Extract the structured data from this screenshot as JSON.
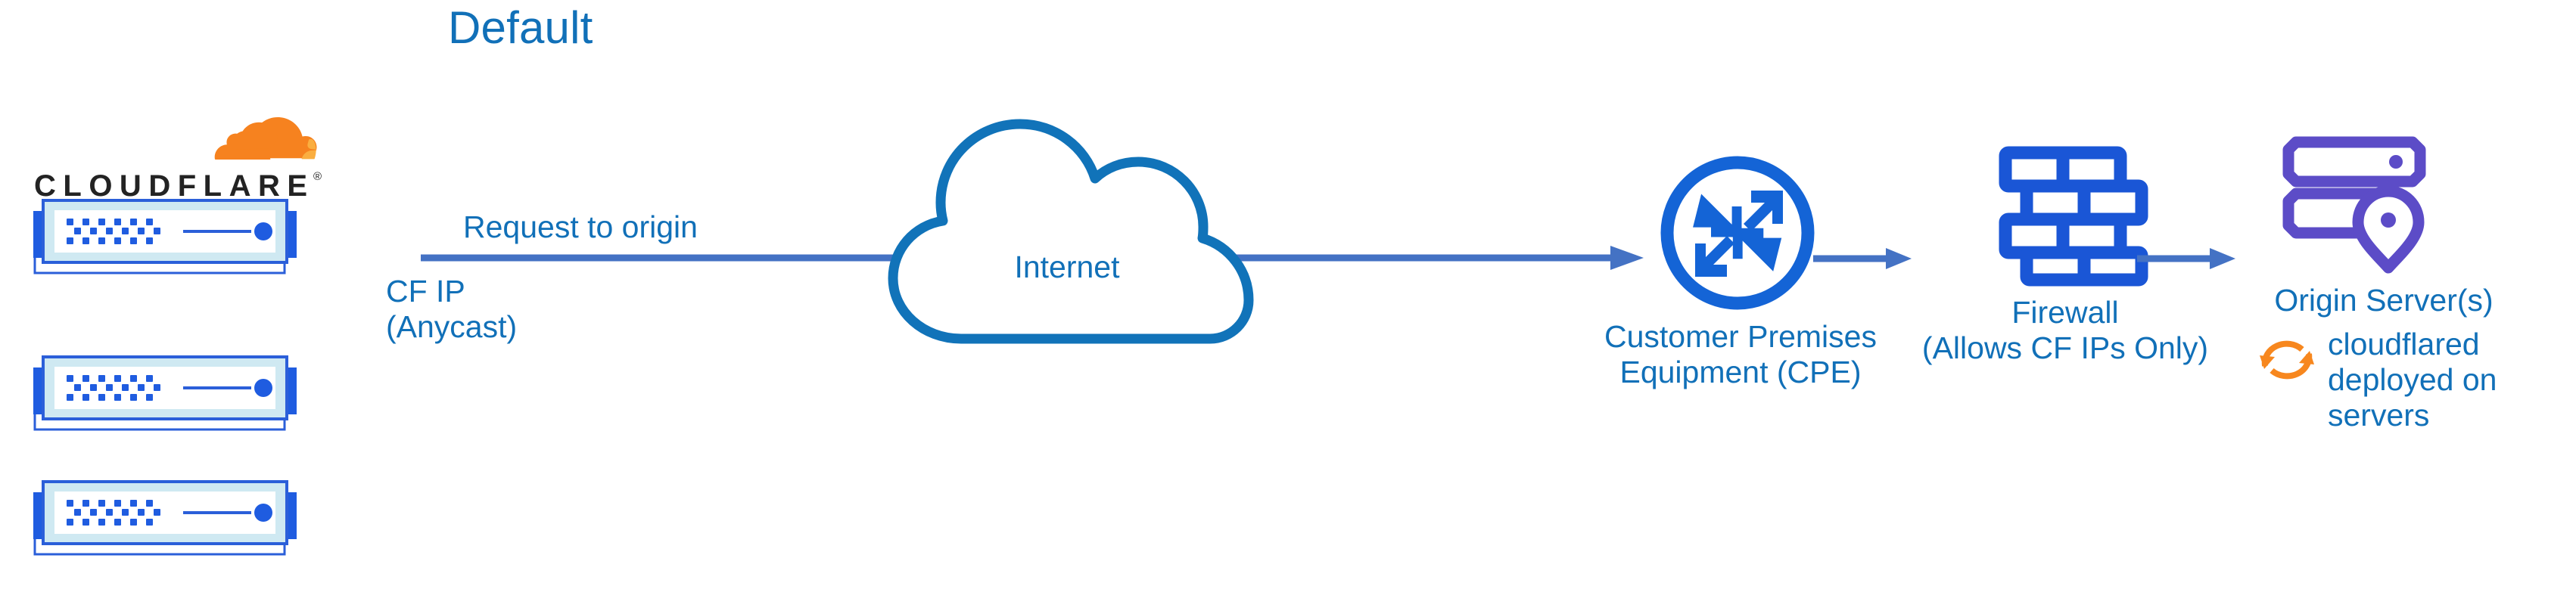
{
  "title": "Default",
  "colors": {
    "primary_text_blue": "#1170b8",
    "arrow_blue": "#4472c4",
    "icon_blue": "#1464d6",
    "origin_purple": "#5c4cc7",
    "cloudflare_orange": "#f6821f",
    "cloudflare_orange_light": "#faae40",
    "wordmark_dark": "#232323",
    "server_fill": "#cfe9f2",
    "server_border": "#2b5fd9",
    "background": "#ffffff"
  },
  "cloudflare_logo": {
    "wordmark": "CLOUDFLARE",
    "registered_mark": "®",
    "cloud_icon_name": "cloudflare-cloud-mark"
  },
  "edge_servers": {
    "count": 3,
    "icon_name": "server-appliance-icon",
    "port_rows": 3,
    "ports_per_row": 6
  },
  "flow": {
    "request_label": "Request to origin",
    "cf_ip_label_line1": "CF IP",
    "cf_ip_label_line2": "(Anycast)",
    "arrow_main_name": "arrow-origin-request",
    "arrow_cpe_firewall_name": "arrow-cpe-to-firewall",
    "arrow_firewall_origin_name": "arrow-firewall-to-origin"
  },
  "internet": {
    "label": "Internet",
    "icon_name": "internet-cloud-outline"
  },
  "cpe": {
    "label_line1": "Customer Premises",
    "label_line2": "Equipment (CPE)",
    "icon_name": "router-four-arrows-icon"
  },
  "firewall": {
    "label_line1": "Firewall",
    "label_line2": "(Allows CF IPs Only)",
    "icon_name": "brick-wall-firewall-icon"
  },
  "origin": {
    "label": "Origin Server(s)",
    "icon_name": "server-stack-location-pin-icon",
    "note_line1": "cloudflared",
    "note_line2": "deployed on",
    "note_line3": "servers",
    "note_icon_name": "sync-arrows-icon"
  }
}
